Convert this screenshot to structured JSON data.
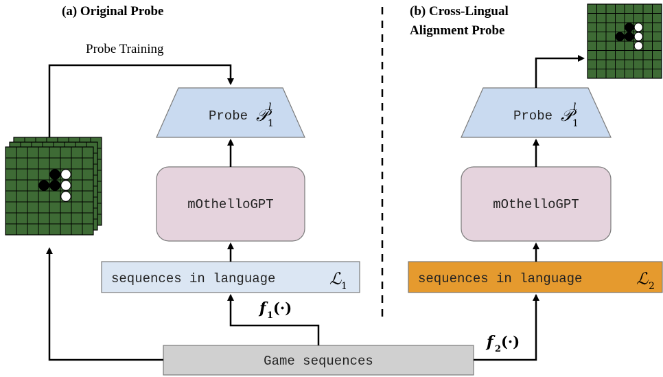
{
  "panels": {
    "left_title": "(a) Original Probe",
    "right_title_line1": "(b) Cross-Lingual",
    "right_title_line2": "Alignment Probe",
    "probe_training_label": "Probe Training"
  },
  "boxes": {
    "probe_left": {
      "text": "Probe",
      "symbol": "𝒫",
      "subscript": "1",
      "superscript": "l"
    },
    "probe_right": {
      "text": "Probe",
      "symbol": "𝒫",
      "subscript": "1",
      "superscript": "l"
    },
    "model_left": "mOthelloGPT",
    "model_right": "mOthelloGPT",
    "seq_left": {
      "text": "sequences in language",
      "symbol": "ℒ",
      "subscript": "1"
    },
    "seq_right": {
      "text": "sequences in language",
      "symbol": "ℒ",
      "subscript": "2"
    },
    "game": "Game sequences"
  },
  "functions": {
    "f1": {
      "name": "f",
      "sub": "1",
      "arg": "(·)"
    },
    "f2": {
      "name": "f",
      "sub": "2",
      "arg": "(·)"
    }
  },
  "board_stones": {
    "black": [
      [
        2,
        4
      ],
      [
        3,
        3
      ],
      [
        3,
        4
      ]
    ],
    "white": [
      [
        2,
        5
      ],
      [
        3,
        5
      ],
      [
        4,
        5
      ]
    ]
  },
  "colors": {
    "board": "#3e6b35",
    "board_line": "#000000",
    "probe_fill": "#c9daf0",
    "model_fill": "#e5d3dd",
    "seq_left_fill": "#dbe6f3",
    "seq_right_fill": "#e59a2e",
    "game_fill": "#d0d0d0"
  }
}
